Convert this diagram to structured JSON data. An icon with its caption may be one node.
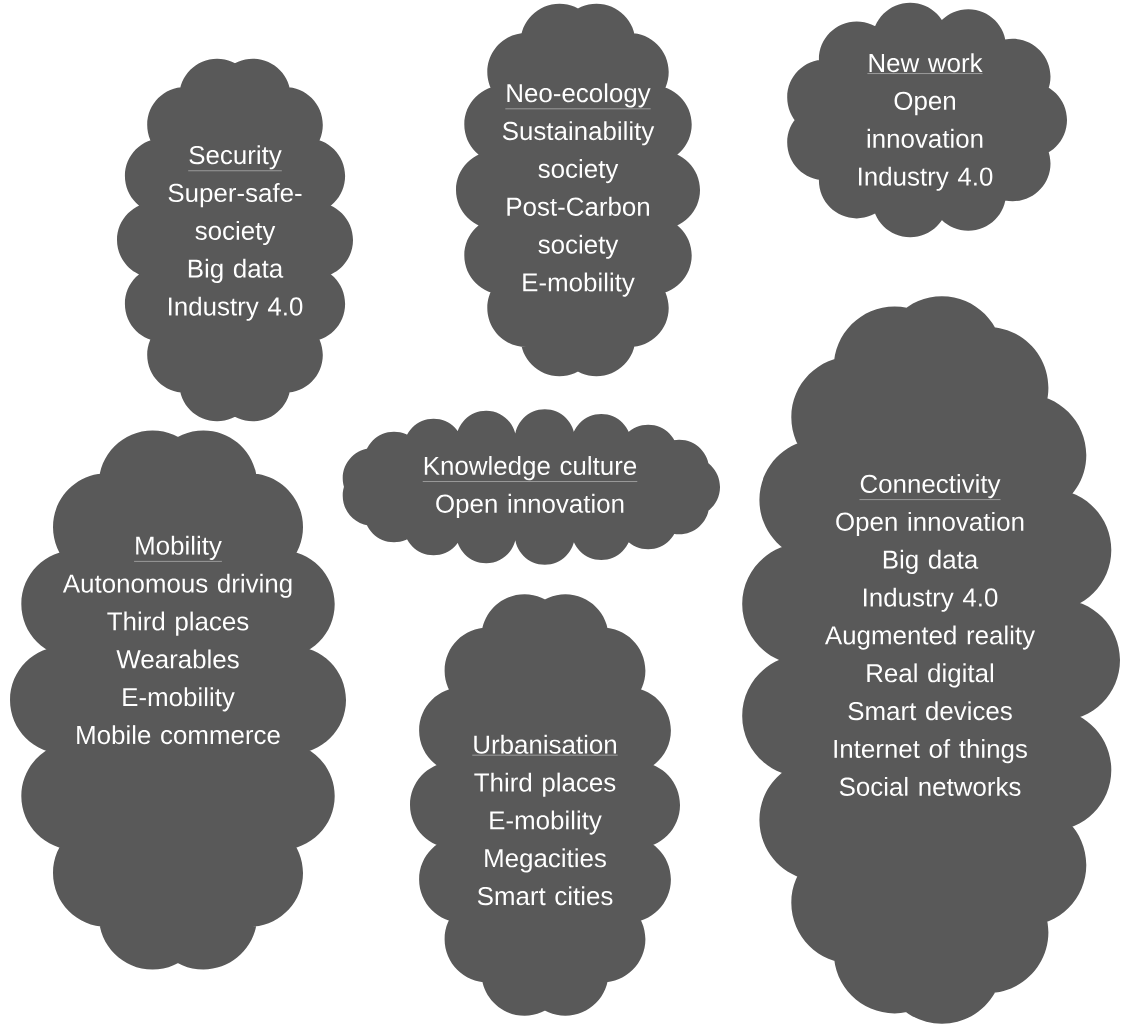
{
  "diagram": {
    "nodes": [
      {
        "text": [
          "Security",
          "Super-safe-society",
          "Big data",
          "Industry 4.0"
        ]
      },
      {
        "text": [
          "Neo-ecology",
          "Sustainability society",
          "Post-Carbon society",
          "E-mobility"
        ]
      },
      {
        "text": [
          "New work",
          "Open innovation",
          "Industry 4.0"
        ]
      },
      {
        "text": [
          "Knowledge culture",
          "Open innovation"
        ]
      },
      {
        "text": [
          "Mobility",
          "Autonomous driving",
          "Third places",
          "Wearables",
          "E-mobility",
          "Mobile commerce"
        ]
      },
      {
        "text": [
          "Urbanisation",
          "Third places",
          "E-mobility",
          "Megacities",
          "Smart cities"
        ]
      },
      {
        "text": [
          "Connectivity",
          "Open innovation",
          "Big data",
          "Industry 4.0",
          "Augmented reality",
          "Real digital",
          "Smart devices",
          "Internet of things",
          "Social networks"
        ]
      }
    ]
  }
}
